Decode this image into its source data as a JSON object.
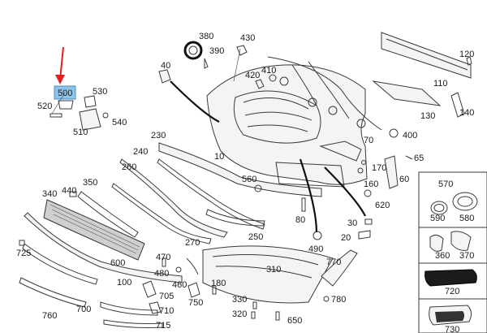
{
  "diagram": {
    "highlight_color": "#8fc3e8",
    "arrow_color": "#e02020",
    "highlighted_part": "500",
    "labels": [
      "380",
      "430",
      "390",
      "120",
      "40",
      "420",
      "410",
      "110",
      "530",
      "500",
      "520",
      "540",
      "510",
      "130",
      "140",
      "400",
      "230",
      "240",
      "260",
      "10",
      "70",
      "65",
      "170",
      "160",
      "60",
      "350",
      "340",
      "440",
      "560",
      "620",
      "570",
      "590",
      "580",
      "80",
      "30",
      "20",
      "490",
      "725",
      "270",
      "250",
      "310",
      "770",
      "360",
      "370",
      "600",
      "470",
      "480",
      "460",
      "705",
      "710",
      "100",
      "180",
      "750",
      "330",
      "720",
      "780",
      "320",
      "760",
      "700",
      "715",
      "650",
      "730"
    ]
  }
}
